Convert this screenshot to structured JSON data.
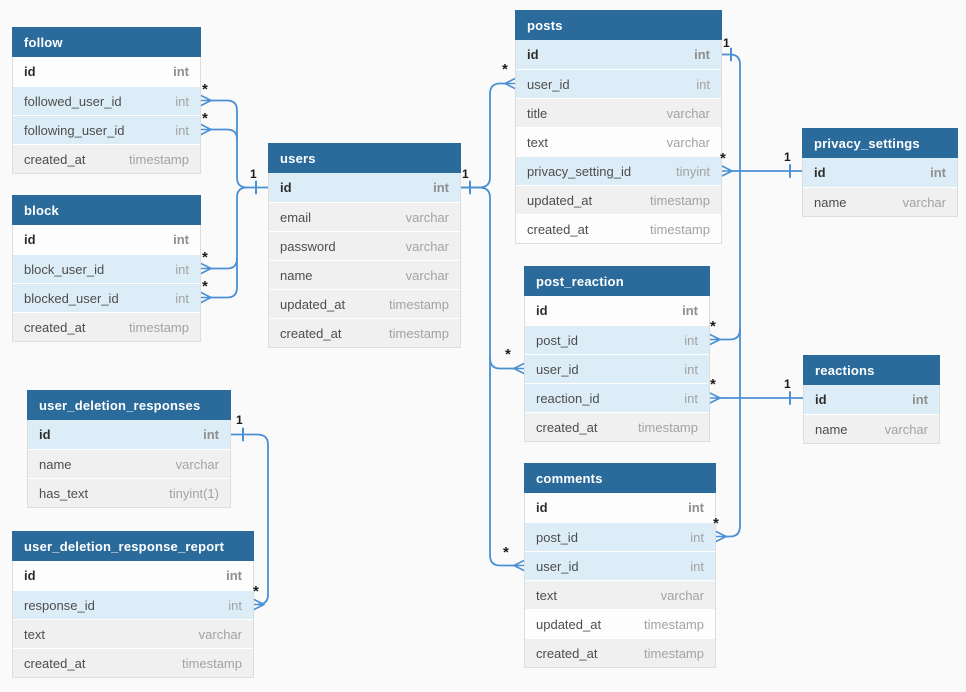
{
  "diagram_title": "social-network-er-diagram",
  "colors": {
    "canvas_bg": "#fafafa",
    "header_bg": "#2a6b9b",
    "row_blue": "#ddedf7",
    "row_gray": "#f0f0f0",
    "row_white": "#fdfdfd",
    "line": "#4a90d5"
  },
  "cardinality": {
    "one": "1",
    "many": "*"
  },
  "tables": [
    {
      "id": "follow",
      "title": "follow",
      "columns": [
        {
          "name": "id",
          "type": "int",
          "pk": true,
          "bg": "white"
        },
        {
          "name": "followed_user_id",
          "type": "int",
          "bg": "blue"
        },
        {
          "name": "following_user_id",
          "type": "int",
          "bg": "blue"
        },
        {
          "name": "created_at",
          "type": "timestamp",
          "bg": "gray"
        }
      ]
    },
    {
      "id": "block",
      "title": "block",
      "columns": [
        {
          "name": "id",
          "type": "int",
          "pk": true,
          "bg": "white"
        },
        {
          "name": "block_user_id",
          "type": "int",
          "bg": "blue"
        },
        {
          "name": "blocked_user_id",
          "type": "int",
          "bg": "blue"
        },
        {
          "name": "created_at",
          "type": "timestamp",
          "bg": "gray"
        }
      ]
    },
    {
      "id": "users",
      "title": "users",
      "columns": [
        {
          "name": "id",
          "type": "int",
          "pk": true,
          "bg": "blue"
        },
        {
          "name": "email",
          "type": "varchar",
          "bg": "gray"
        },
        {
          "name": "password",
          "type": "varchar",
          "bg": "gray"
        },
        {
          "name": "name",
          "type": "varchar",
          "bg": "gray"
        },
        {
          "name": "updated_at",
          "type": "timestamp",
          "bg": "gray"
        },
        {
          "name": "created_at",
          "type": "timestamp",
          "bg": "gray"
        }
      ]
    },
    {
      "id": "posts",
      "title": "posts",
      "columns": [
        {
          "name": "id",
          "type": "int",
          "pk": true,
          "bg": "blue"
        },
        {
          "name": "user_id",
          "type": "int",
          "bg": "blue"
        },
        {
          "name": "title",
          "type": "varchar",
          "bg": "gray"
        },
        {
          "name": "text",
          "type": "varchar",
          "bg": "white"
        },
        {
          "name": "privacy_setting_id",
          "type": "tinyint",
          "bg": "blue"
        },
        {
          "name": "updated_at",
          "type": "timestamp",
          "bg": "gray"
        },
        {
          "name": "created_at",
          "type": "timestamp",
          "bg": "white"
        }
      ]
    },
    {
      "id": "privacy_settings",
      "title": "privacy_settings",
      "columns": [
        {
          "name": "id",
          "type": "int",
          "pk": true,
          "bg": "blue"
        },
        {
          "name": "name",
          "type": "varchar",
          "bg": "gray"
        }
      ]
    },
    {
      "id": "post_reaction",
      "title": "post_reaction",
      "columns": [
        {
          "name": "id",
          "type": "int",
          "pk": true,
          "bg": "white"
        },
        {
          "name": "post_id",
          "type": "int",
          "bg": "blue"
        },
        {
          "name": "user_id",
          "type": "int",
          "bg": "blue"
        },
        {
          "name": "reaction_id",
          "type": "int",
          "bg": "blue"
        },
        {
          "name": "created_at",
          "type": "timestamp",
          "bg": "gray"
        }
      ]
    },
    {
      "id": "reactions",
      "title": "reactions",
      "columns": [
        {
          "name": "id",
          "type": "int",
          "pk": true,
          "bg": "blue"
        },
        {
          "name": "name",
          "type": "varchar",
          "bg": "gray"
        }
      ]
    },
    {
      "id": "comments",
      "title": "comments",
      "columns": [
        {
          "name": "id",
          "type": "int",
          "pk": true,
          "bg": "white"
        },
        {
          "name": "post_id",
          "type": "int",
          "bg": "blue"
        },
        {
          "name": "user_id",
          "type": "int",
          "bg": "blue"
        },
        {
          "name": "text",
          "type": "varchar",
          "bg": "gray"
        },
        {
          "name": "updated_at",
          "type": "timestamp",
          "bg": "white"
        },
        {
          "name": "created_at",
          "type": "timestamp",
          "bg": "gray"
        }
      ]
    },
    {
      "id": "user_deletion_responses",
      "title": "user_deletion_responses",
      "columns": [
        {
          "name": "id",
          "type": "int",
          "pk": true,
          "bg": "blue"
        },
        {
          "name": "name",
          "type": "varchar",
          "bg": "gray"
        },
        {
          "name": "has_text",
          "type": "tinyint(1)",
          "bg": "gray"
        }
      ]
    },
    {
      "id": "user_deletion_response_report",
      "title": "user_deletion_response_report",
      "columns": [
        {
          "name": "id",
          "type": "int",
          "pk": true,
          "bg": "white"
        },
        {
          "name": "response_id",
          "type": "int",
          "bg": "blue"
        },
        {
          "name": "text",
          "type": "varchar",
          "bg": "gray"
        },
        {
          "name": "created_at",
          "type": "timestamp",
          "bg": "gray"
        }
      ]
    }
  ],
  "relationships": [
    {
      "one": "users.id",
      "many": "follow.followed_user_id",
      "one_label": "1",
      "many_label": "*"
    },
    {
      "one": "users.id",
      "many": "follow.following_user_id",
      "one_label": "1",
      "many_label": "*"
    },
    {
      "one": "users.id",
      "many": "block.block_user_id",
      "one_label": "1",
      "many_label": "*"
    },
    {
      "one": "users.id",
      "many": "block.blocked_user_id",
      "one_label": "1",
      "many_label": "*"
    },
    {
      "one": "users.id",
      "many": "posts.user_id",
      "one_label": "1",
      "many_label": "*"
    },
    {
      "one": "users.id",
      "many": "post_reaction.user_id",
      "one_label": "1",
      "many_label": "*"
    },
    {
      "one": "users.id",
      "many": "comments.user_id",
      "one_label": "1",
      "many_label": "*"
    },
    {
      "one": "posts.id",
      "many": "post_reaction.post_id",
      "one_label": "1",
      "many_label": "*"
    },
    {
      "one": "posts.id",
      "many": "comments.post_id",
      "one_label": "1",
      "many_label": "*"
    },
    {
      "one": "privacy_settings.id",
      "many": "posts.privacy_setting_id",
      "one_label": "1",
      "many_label": "*"
    },
    {
      "one": "reactions.id",
      "many": "post_reaction.reaction_id",
      "one_label": "1",
      "many_label": "*"
    },
    {
      "one": "user_deletion_responses.id",
      "many": "user_deletion_response_report.response_id",
      "one_label": "1",
      "many_label": "*"
    }
  ]
}
